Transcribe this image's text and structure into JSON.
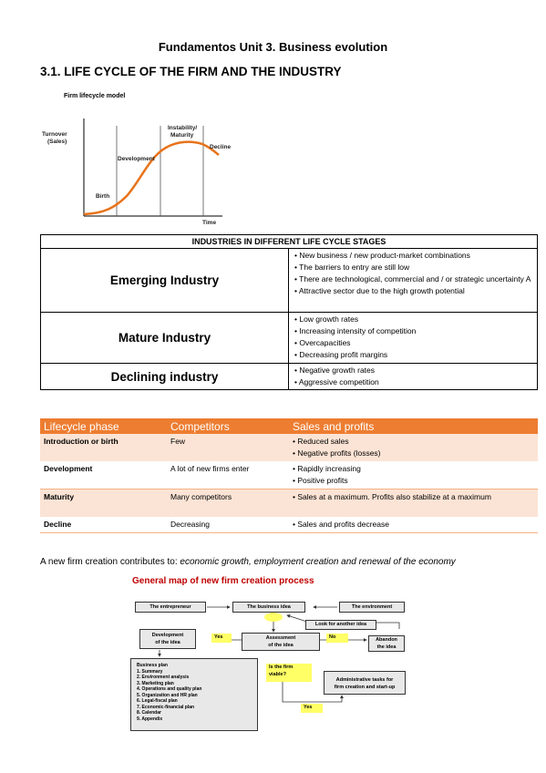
{
  "doc_title": "Fundamentos Unit 3. Business evolution",
  "section_title": "3.1. LIFE CYCLE OF THE FIRM AND THE INDUSTRY",
  "lifecycle_figure": {
    "caption": "Firm lifecycle model",
    "y_label_line1": "Turnover",
    "y_label_line2": "(Sales)",
    "x_label": "Time",
    "stage_birth": "Birth",
    "stage_development": "Development",
    "stage_maturity_line1": "Instability/",
    "stage_maturity_line2": "Maturity",
    "stage_decline": "Decline",
    "curve_color": "#e8731a"
  },
  "industries_table": {
    "header": "INDUSTRIES IN DIFFERENT LIFE CYCLE STAGES",
    "rows": [
      {
        "name": "Emerging Industry",
        "bullets": [
          "• New business / new product-market combinations",
          "• The barriers to entry are still low",
          "• There are technological, commercial and / or strategic uncertainty A",
          "• Attractive sector due to the high growth potential"
        ]
      },
      {
        "name": "Mature Industry",
        "bullets": [
          "• Low growth rates",
          "• Increasing intensity of competition",
          "• Overcapacities",
          "• Decreasing profit margins"
        ]
      },
      {
        "name": "Declining industry",
        "bullets": [
          "• Negative growth rates",
          "• Aggressive competition"
        ]
      }
    ]
  },
  "lifecycle_table": {
    "headers": [
      "Lifecycle phase",
      "Competitors",
      "Sales and profits"
    ],
    "header_color": "#ed7d31",
    "rows": [
      {
        "phase": "Introduction or birth",
        "competitors": "Few",
        "sales": [
          "• Reduced sales",
          "• Negative profits (losses)"
        ]
      },
      {
        "phase": "Development",
        "competitors": "A lot of new firms enter",
        "sales": [
          "• Rapidly increasing",
          "• Positive profits"
        ]
      },
      {
        "phase": "Maturity",
        "competitors": "Many competitors",
        "sales": [
          "• Sales at a maximum. Profits also stabilize at a maximum"
        ]
      },
      {
        "phase": "Decline",
        "competitors": "Decreasing",
        "sales": [
          "• Sales and profits decrease"
        ]
      }
    ]
  },
  "contribution": {
    "prefix": "A new firm creation contributes to: ",
    "italic": "economic growth, employment creation and renewal of the economy"
  },
  "process_map": {
    "title": "General map of new firm creation process",
    "entrepreneur": "The entrepreneur",
    "business_idea": "The business idea",
    "environment": "The environment",
    "look_for_another": "Look for another idea",
    "development_line1": "Development",
    "development_line2": "of the idea",
    "yes_1": "Yes",
    "assessment_line1": "Assessment",
    "assessment_line2": "of the idea",
    "no": "No",
    "abandon_line1": "Abandon",
    "abandon_line2": "the idea",
    "plan_title": "Business plan",
    "plan_items": [
      "1.      Summary",
      "2.      Environment analysis",
      "3.      Marketing plan",
      "4.      Operations and quality plan",
      "5.      Organization and HR plan",
      "6.      Legal-fiscal plan",
      "7.      Economic-financial plan",
      "8.      Calendar",
      "9.      Appendix"
    ],
    "viable_line1": "Is the firm",
    "viable_line2": "viable?",
    "admin_line1": "Administrative tasks for",
    "admin_line2": "firm creation and start-up",
    "yes_2": "Yes",
    "title_color": "#c00000"
  }
}
